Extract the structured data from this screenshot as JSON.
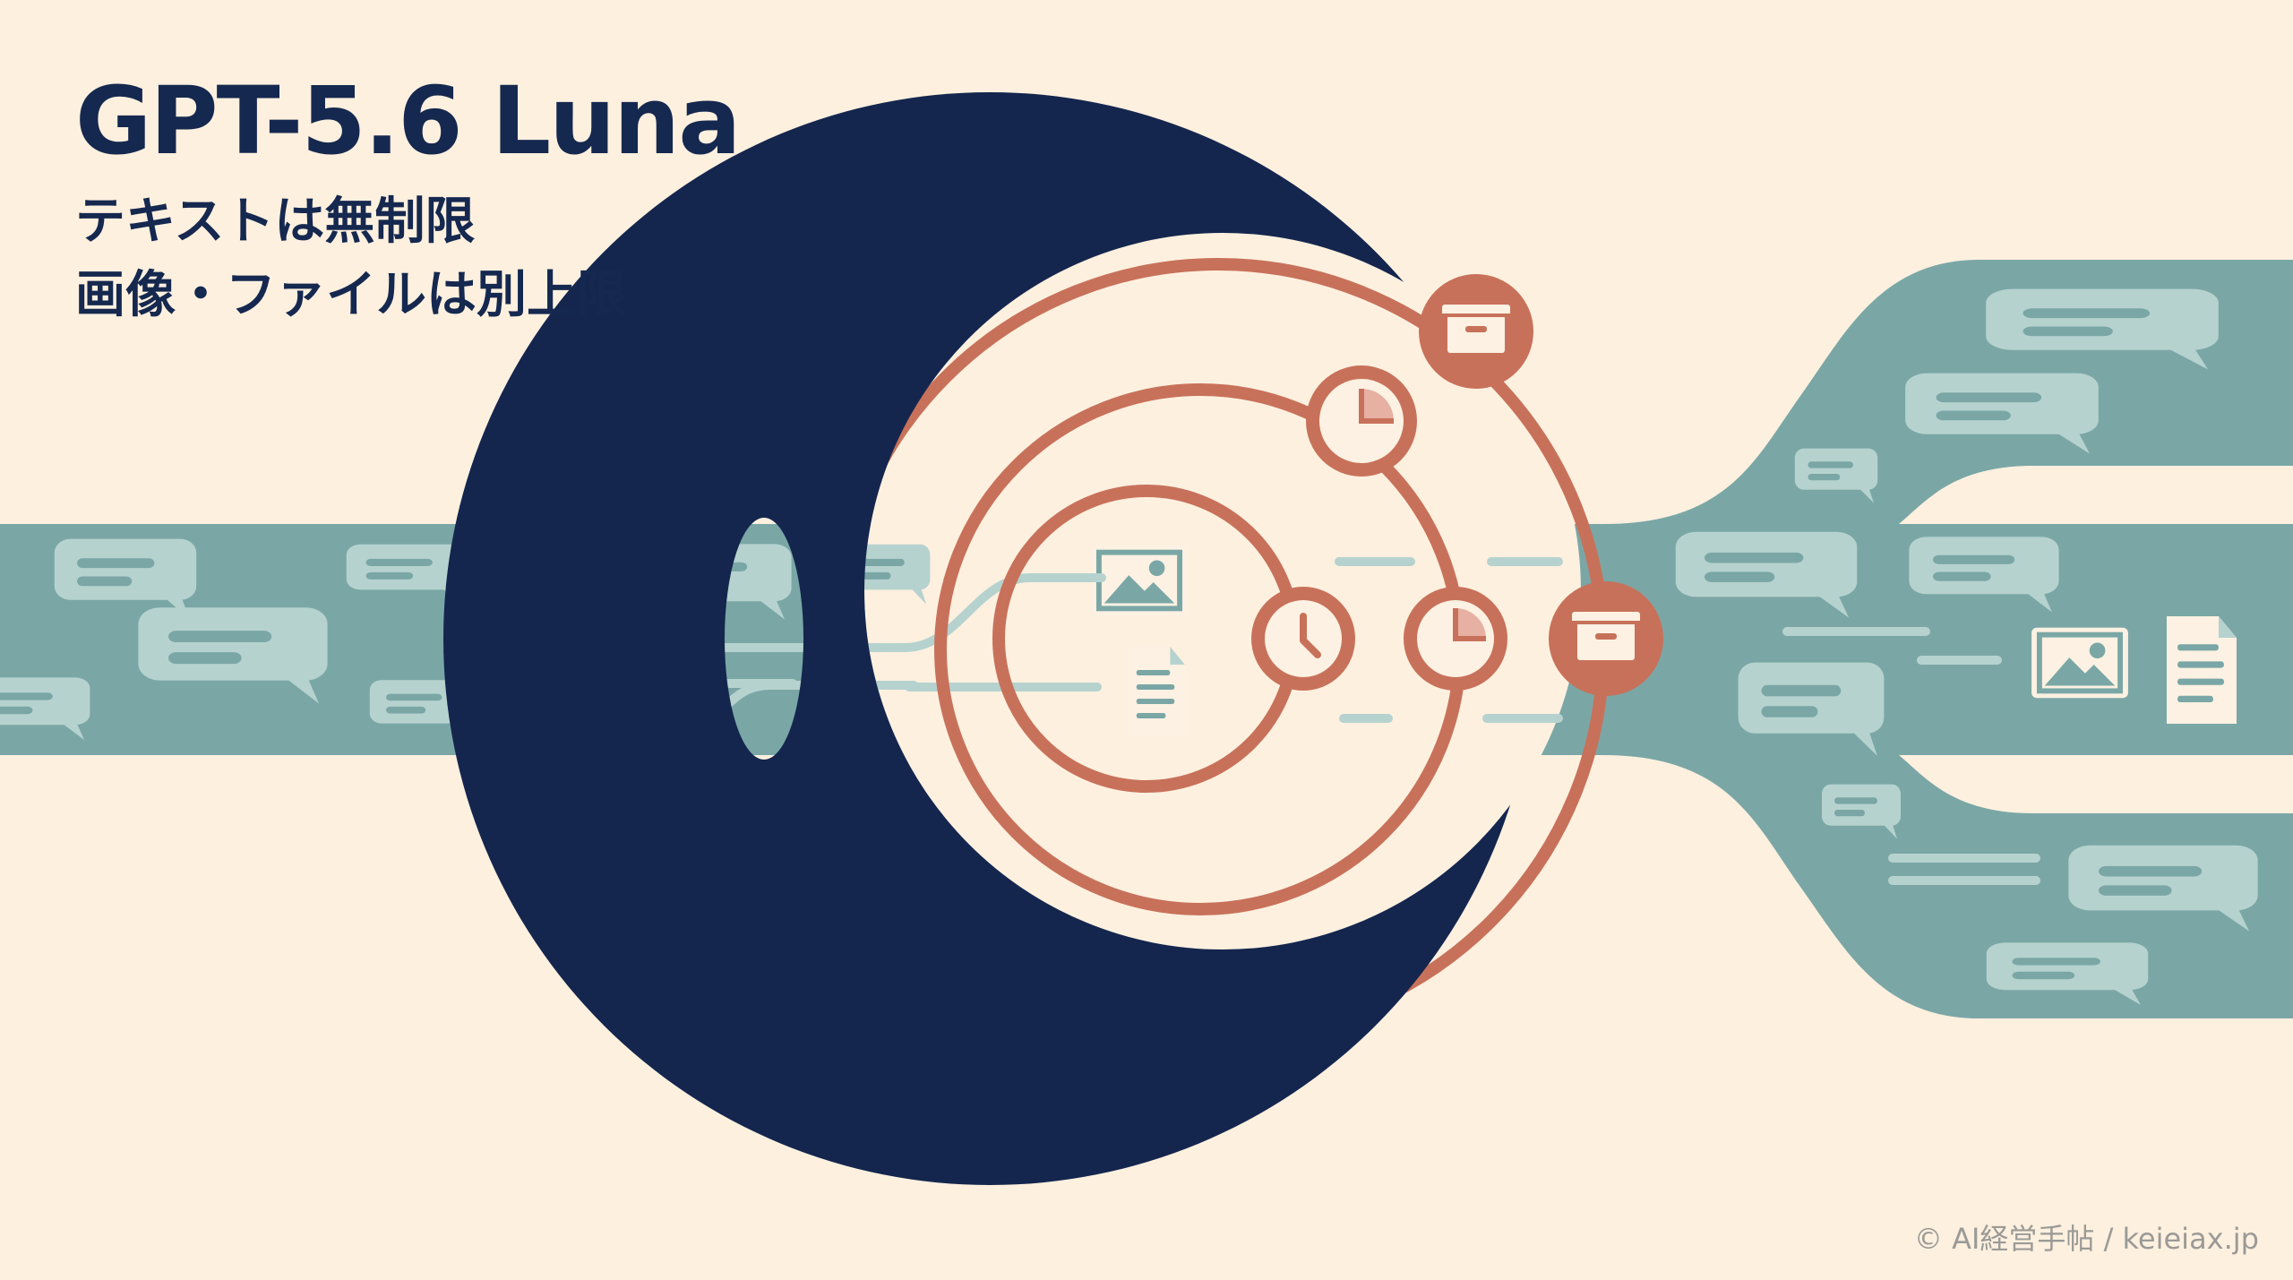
{
  "headline": {
    "title": "GPT-5.6 Luna",
    "line1": "テキストは無制限",
    "line2": "画像・ファイルは別上限"
  },
  "credit": "© AI経営手帖 / keieiax.jp",
  "colors": {
    "background": "#fdf0df",
    "navy": "#14264e",
    "teal": "#7aa7a6",
    "teal_light": "#b6d2cf",
    "coral": "#c8715a",
    "cream": "#fcf1e2"
  },
  "icons": [
    "chat-bubble-icon",
    "image-icon",
    "document-icon",
    "clock-icon",
    "pie-chart-icon",
    "archive-box-icon"
  ]
}
